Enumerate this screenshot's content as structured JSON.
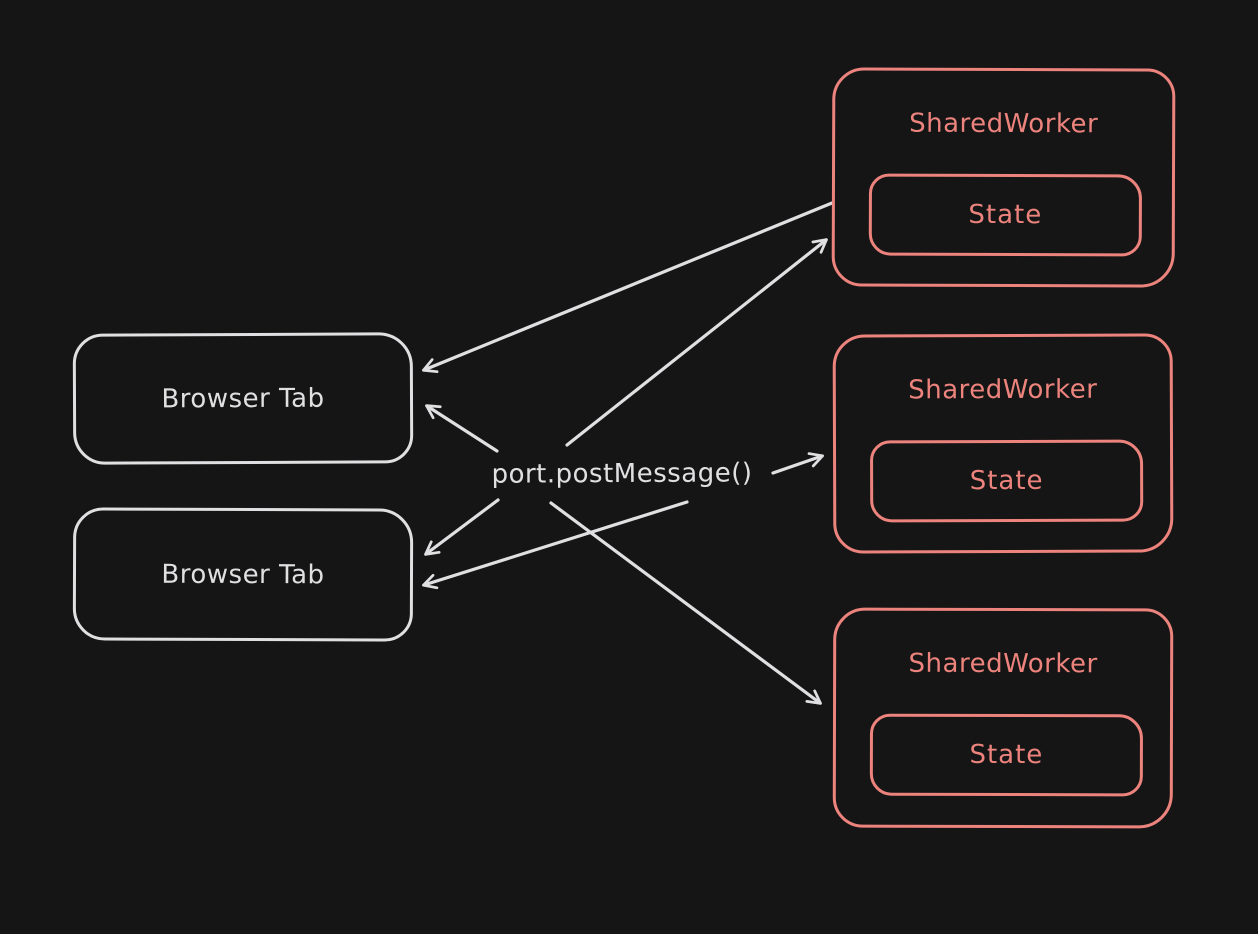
{
  "colors": {
    "background": "#151515",
    "light_stroke": "#e0e0e2",
    "salmon_stroke": "#ec837d"
  },
  "center_label": {
    "text": "port.postMessage()"
  },
  "nodes": {
    "browser_tabs": [
      {
        "label": "Browser Tab"
      },
      {
        "label": "Browser Tab"
      }
    ],
    "workers": [
      {
        "label": "SharedWorker",
        "state": "State"
      },
      {
        "label": "SharedWorker",
        "state": "State"
      },
      {
        "label": "SharedWorker",
        "state": "State"
      }
    ]
  },
  "arrows": [
    {
      "from": "shared-worker-1",
      "to": "browser-tab-1"
    },
    {
      "from": "port-postmessage-label",
      "to": "shared-worker-1"
    },
    {
      "from": "port-postmessage-label",
      "to": "browser-tab-1"
    },
    {
      "from": "port-postmessage-label",
      "to": "shared-worker-2"
    },
    {
      "from": "port-postmessage-label",
      "to": "browser-tab-2"
    },
    {
      "from": "center-area",
      "to": "browser-tab-2"
    },
    {
      "from": "port-postmessage-label",
      "to": "shared-worker-3"
    }
  ]
}
